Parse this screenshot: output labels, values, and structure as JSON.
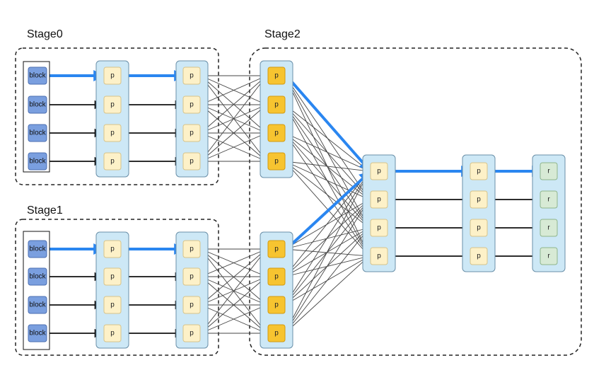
{
  "stages": [
    {
      "id": "stage0",
      "label": "Stage0"
    },
    {
      "id": "stage1",
      "label": "Stage1"
    },
    {
      "id": "stage2",
      "label": "Stage2"
    }
  ],
  "node_labels": {
    "block": "block",
    "partition": "p",
    "result": "r"
  },
  "colors": {
    "highlight_arrow": "#2a86f0",
    "plain_arrow": "#111111",
    "thin_edge": "#444444",
    "column_fill": "#cde8f6",
    "column_stroke": "#6a8fa8",
    "block_fill": "#7a9fdf",
    "block_stroke": "#4c6fb0",
    "p_fill": "#fdf1c8",
    "p_stroke": "#d7c48a",
    "p_orange_fill": "#f7c430",
    "p_orange_stroke": "#d39a10",
    "r_fill": "#d7ead5",
    "r_stroke": "#8fb58b",
    "stage_box_stroke": "#222222"
  },
  "flow": [
    {
      "from": "stage0",
      "to": "stage2",
      "connection": "all-to-all"
    },
    {
      "from": "stage1",
      "to": "stage2",
      "connection": "all-to-all"
    }
  ]
}
